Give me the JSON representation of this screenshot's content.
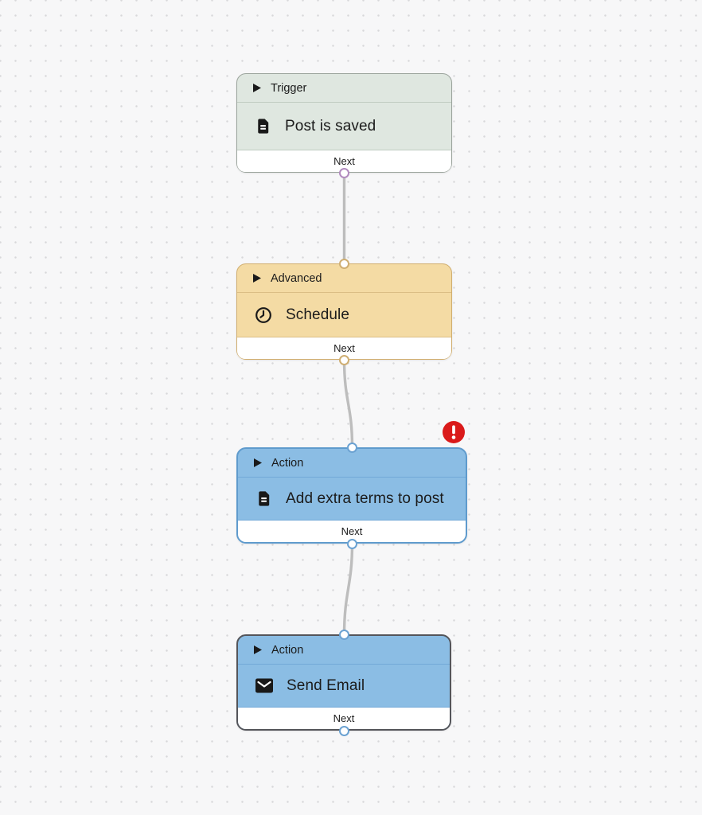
{
  "canvas": {
    "background": "#f7f7f8",
    "dot_color": "#d8d8da"
  },
  "connector": {
    "color": "#bdbdbd"
  },
  "nodes": [
    {
      "category": "Trigger",
      "title": "Post is saved",
      "icon": "document-icon",
      "footer_label": "Next",
      "colors": {
        "bg": "#dfe7e0",
        "border": "#9ba49c",
        "divider": "#c0cbc1",
        "port": "#b28bbf"
      }
    },
    {
      "category": "Advanced",
      "title": "Schedule",
      "icon": "clock-icon",
      "footer_label": "Next",
      "colors": {
        "bg": "#f4dba4",
        "border": "#d1ae6e",
        "divider": "#dbbe85",
        "port": "#cfae72"
      }
    },
    {
      "category": "Action",
      "title": "Add extra terms to post",
      "icon": "document-icon",
      "footer_label": "Next",
      "has_error": true,
      "colors": {
        "bg": "#8bbde4",
        "border": "#5f9bcd",
        "divider": "#72a8d7",
        "port": "#6ba2d2"
      }
    },
    {
      "category": "Action",
      "title": "Send Email",
      "icon": "envelope-icon",
      "footer_label": "Next",
      "selected": true,
      "colors": {
        "bg": "#8bbde4",
        "border": "#54555a",
        "divider": "#72a8d7",
        "port": "#6ba2d2"
      }
    }
  ],
  "error_badge": {
    "icon": "exclamation-icon",
    "color": "#da1a1a"
  },
  "text_color": "#1b1b1b"
}
